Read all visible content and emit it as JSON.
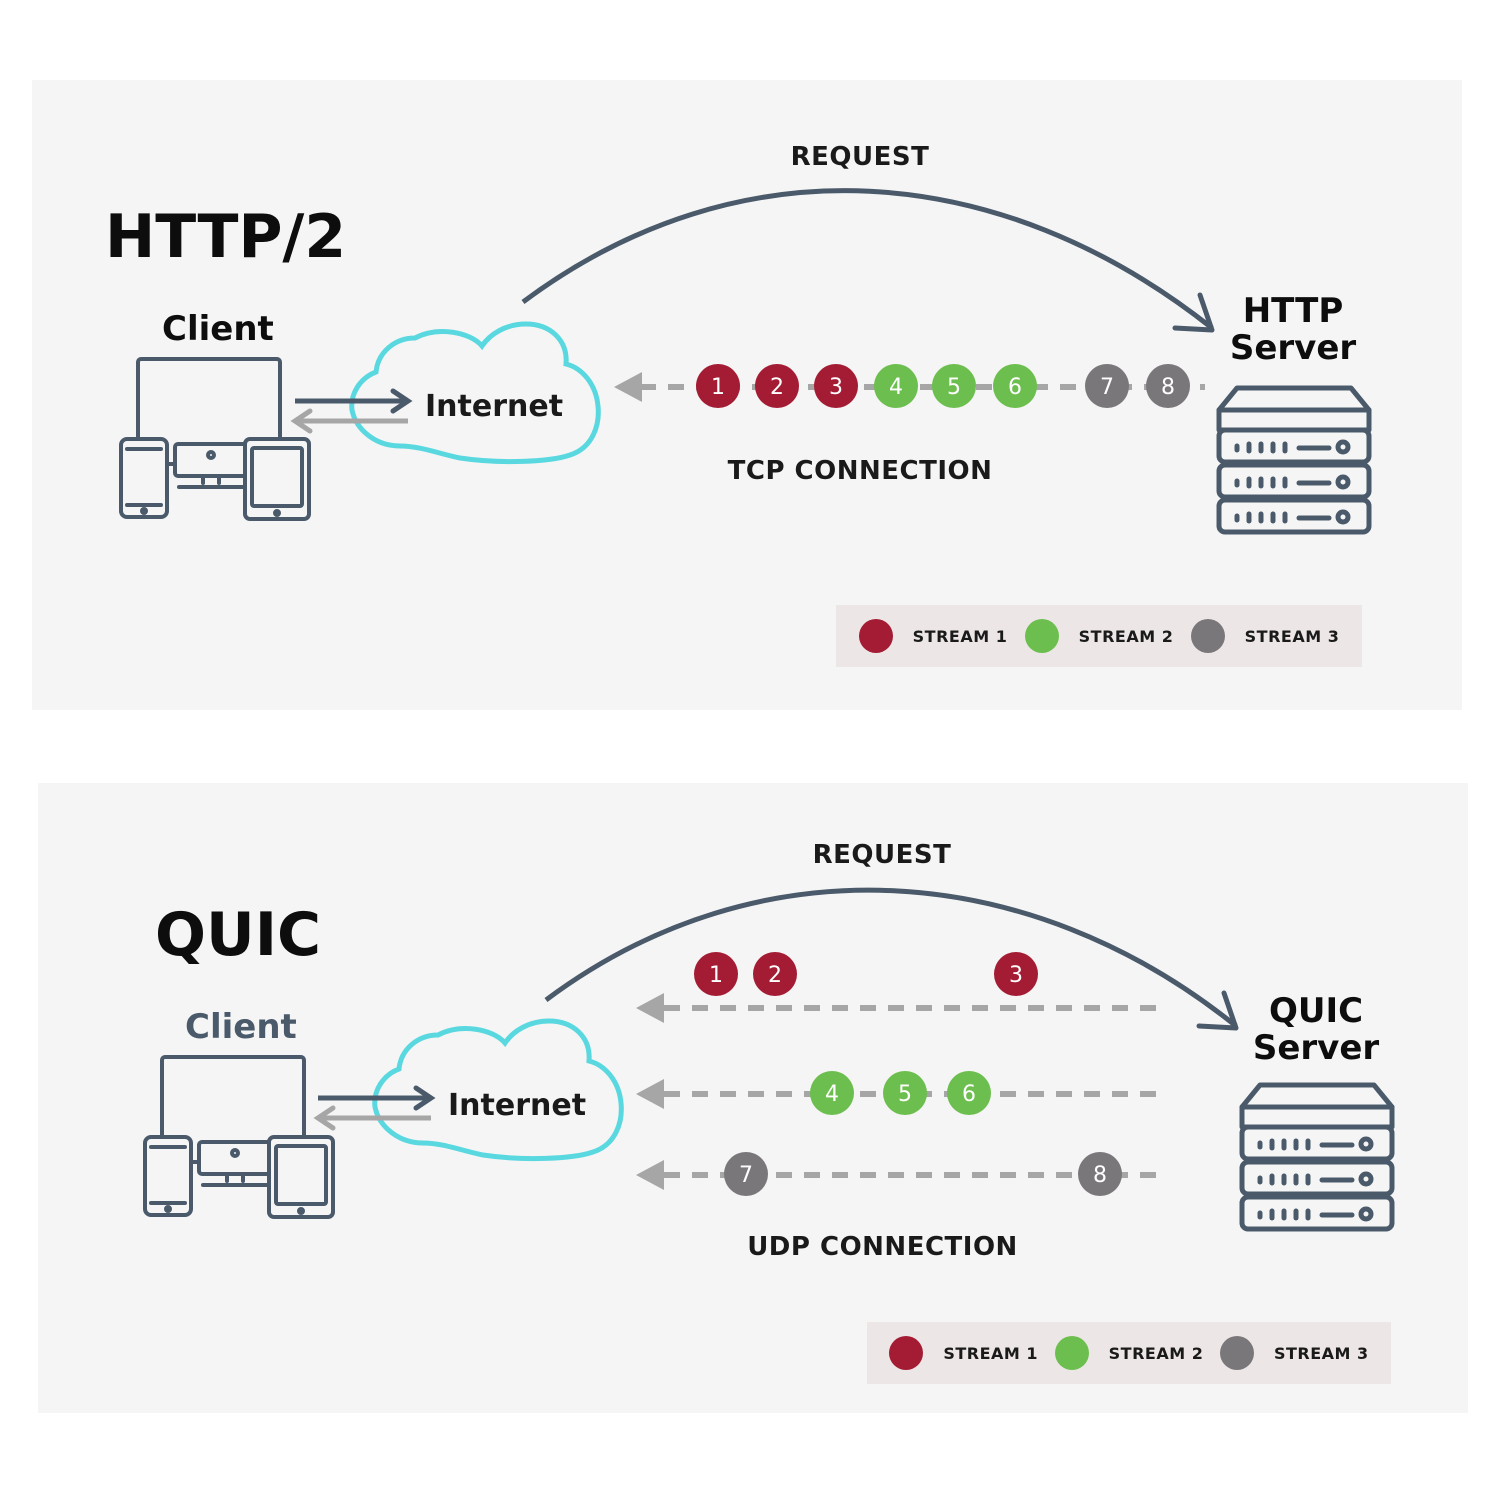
{
  "colors": {
    "panel": "#f5f5f5",
    "stream1": "#a31c33",
    "stream2": "#6cbf4e",
    "stream3": "#7a777b",
    "arrow": "#4a5a6a",
    "cloud": "#5ad8e0",
    "dashed": "#a6a6a6"
  },
  "http2": {
    "title": "HTTP/2",
    "client_label": "Client",
    "internet_label": "Internet",
    "request_label": "REQUEST",
    "server_label_line1": "HTTP",
    "server_label_line2": "Server",
    "connection_label": "TCP CONNECTION",
    "packets": [
      "1",
      "2",
      "3",
      "4",
      "5",
      "6",
      "7",
      "8"
    ],
    "packet_streams": [
      1,
      1,
      1,
      2,
      2,
      2,
      3,
      3
    ],
    "legend": [
      "STREAM 1",
      "STREAM 2",
      "STREAM 3"
    ]
  },
  "quic": {
    "title": "QUIC",
    "client_label": "Client",
    "internet_label": "Internet",
    "request_label": "REQUEST",
    "server_label_line1": "QUIC",
    "server_label_line2": "Server",
    "connection_label": "UDP CONNECTION",
    "lanes": [
      {
        "stream": 1,
        "packets": [
          "1",
          "2",
          "3"
        ]
      },
      {
        "stream": 2,
        "packets": [
          "4",
          "5",
          "6"
        ]
      },
      {
        "stream": 3,
        "packets": [
          "7",
          "8"
        ]
      }
    ],
    "legend": [
      "STREAM 1",
      "STREAM 2",
      "STREAM 3"
    ]
  }
}
